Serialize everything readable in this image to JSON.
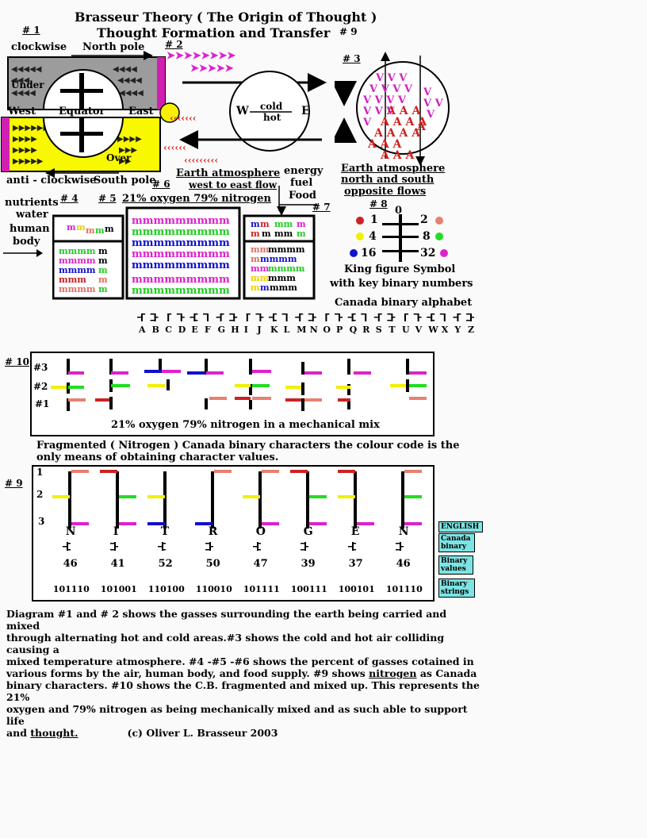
{
  "header": {
    "title": "Brasseur Theory  ( The Origin of Thought )",
    "subtitle": "Thought  Formation  and  Transfer",
    "num9": "# 9"
  },
  "diagram1": {
    "num": "# 1",
    "clockwise": "clockwise",
    "north_pole": "North pole",
    "under": "Under",
    "west": "West",
    "equator": "Equator",
    "east": "East",
    "over": "Over",
    "anti_clockwise": "anti - clockwise",
    "south_pole": "South pole"
  },
  "diagram2": {
    "num": "# 2",
    "w": "W",
    "e": "E",
    "cold": "cold",
    "hot": "hot",
    "caption1": "Earth atmosphere",
    "caption2": "west to east flow"
  },
  "diagram3": {
    "num": "# 3",
    "caption1": "Earth atmosphere",
    "caption2": "north and south",
    "caption3": "opposite flows"
  },
  "diagram_food": {
    "energy": "energy",
    "fuel": "fuel",
    "food": "Food",
    "num7": "# 7"
  },
  "diagram_body": {
    "nutrients": "nutrients",
    "water": "water",
    "human": "human",
    "body": "body"
  },
  "diagram4": {
    "num4": "# 4",
    "num5": "# 5",
    "num6": "# 6",
    "gas_label": "21% oxygen  79% nitrogen"
  },
  "diagram8": {
    "num": "# 8",
    "zero": "0",
    "n1": "1",
    "n2": "2",
    "n4": "4",
    "n8": "8",
    "n16": "16",
    "n32": "32",
    "caption1": "King figure Symbol",
    "caption2": "with key binary numbers",
    "colors": {
      "c1": "#cc2222",
      "c2": "#e88070",
      "c4": "#f0f000",
      "c8": "#22dd22",
      "c16": "#1111cc",
      "c32": "#dd22cc"
    }
  },
  "alphabet": {
    "title": "Canada binary alphabet",
    "letters": [
      "A",
      "B",
      "C",
      "D",
      "E",
      "F",
      "G",
      "H",
      "I",
      "J",
      "K",
      "L",
      "M",
      "N",
      "O",
      "P",
      "Q",
      "R",
      "S",
      "T",
      "U",
      "V",
      "W",
      "X",
      "Y",
      "Z"
    ]
  },
  "diagram10": {
    "num": "# 10",
    "row3": "#3",
    "row2": "#2",
    "row1": "#1",
    "caption": "21% oxygen  79% nitrogen    in a mechanical mix"
  },
  "fragment_note": {
    "line1": "Fragmented ( Nitrogen ) Canada binary characters the colour code is the",
    "line2": "only means of obtaining character values."
  },
  "diagram9": {
    "num": "# 9",
    "row1": "1",
    "row2": "2",
    "row3": "3",
    "letters": [
      "N",
      "I",
      "T",
      "R",
      "O",
      "G",
      "E",
      "N"
    ],
    "values": [
      "46",
      "41",
      "52",
      "50",
      "47",
      "39",
      "37",
      "46"
    ],
    "strings": [
      "101110",
      "101001",
      "110100",
      "110010",
      "101111",
      "100111",
      "100101",
      "101110"
    ],
    "legend": {
      "english": "ENGLISH",
      "cb": "Canada binary",
      "bv": "Binary values",
      "bs": "Binary strings"
    }
  },
  "description": {
    "l1": "Diagram #1 and # 2  shows the gasses surrounding the earth being carried and mixed",
    "l2": "through alternating hot and cold areas.#3 shows the cold and hot air colliding causing a",
    "l3": "mixed temperature atmosphere. #4 -#5 -#6 shows the percent of gasses cotained in",
    "l4": "various forms by the air, human body, and food supply. #9 shows ",
    "l4u": "nitrogen",
    "l4b": " as Canada",
    "l5": "binary characters. #10 shows the C.B. fragmented and mixed up. This represents the 21%",
    "l6": "oxygen and 79% nitrogen as being mechanically mixed and as such able to support life",
    "l7": "and ",
    "l7u": "thought.",
    "copyright": "(c) Oliver L. Brasseur 2003"
  }
}
